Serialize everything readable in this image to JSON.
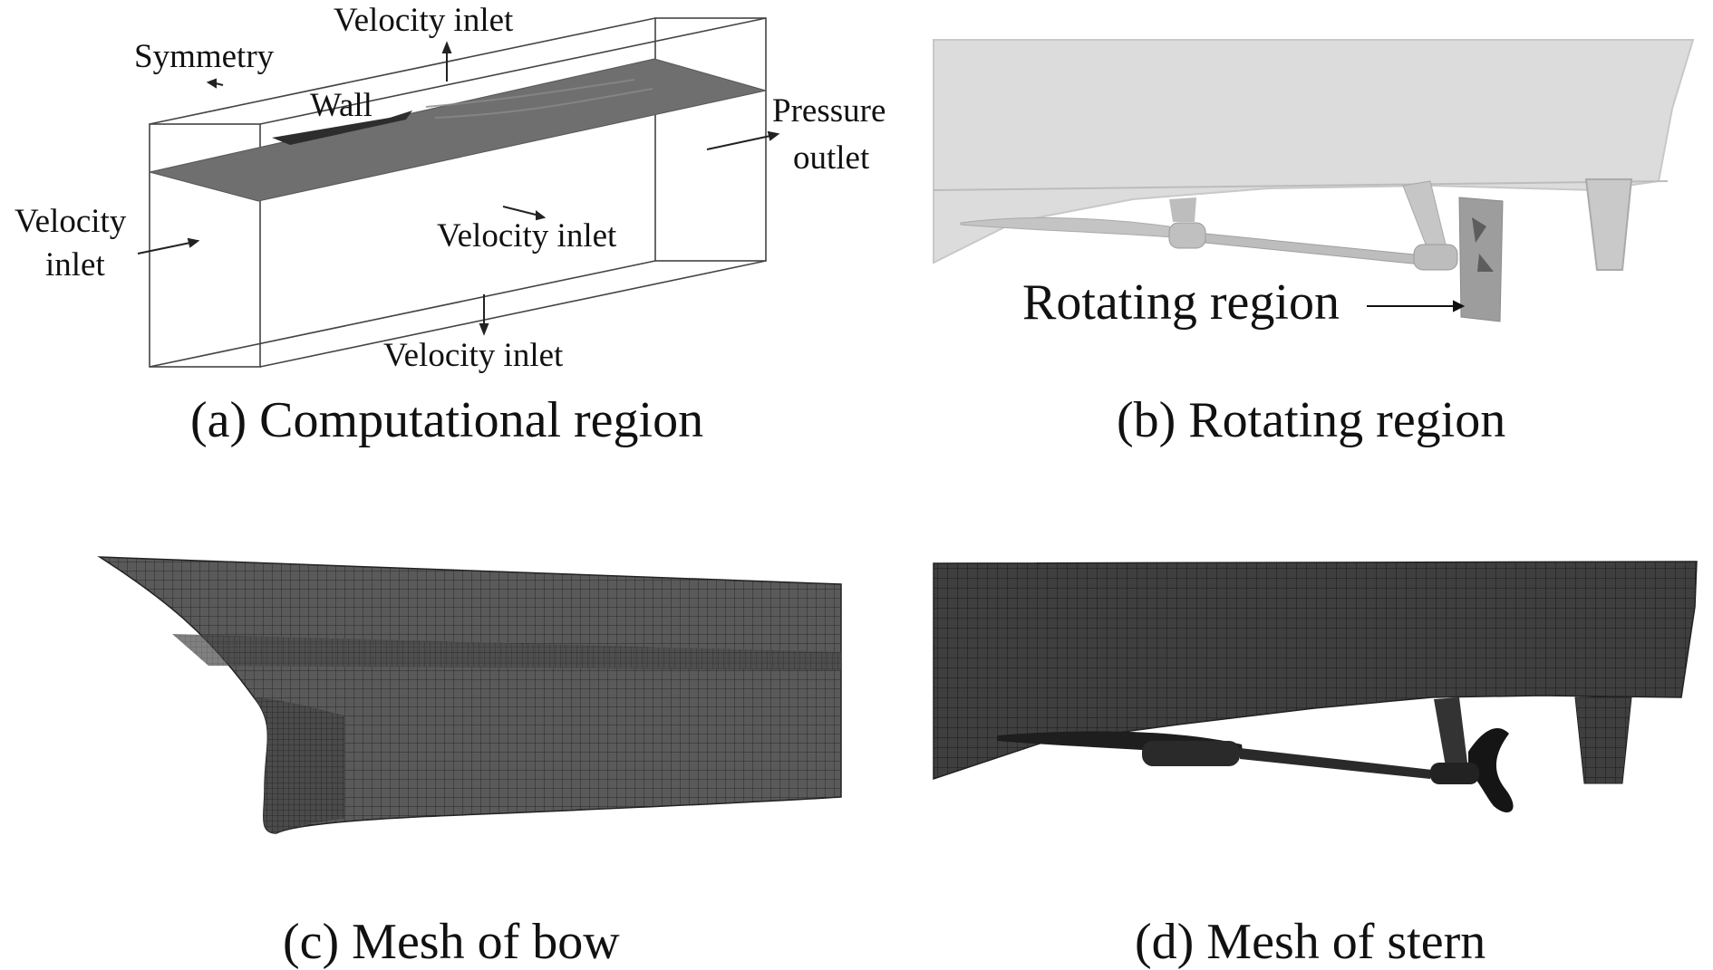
{
  "panel_a": {
    "caption": "(a) Computational region",
    "labels": {
      "symmetry": "Symmetry",
      "velocity_inlet_top": "Velocity inlet",
      "wall": "Wall",
      "pressure_outlet_line1": "Pressure",
      "pressure_outlet_line2": "outlet",
      "velocity_inlet_left_line1": "Velocity",
      "velocity_inlet_left_line2": "inlet",
      "velocity_inlet_side": "Velocity inlet",
      "velocity_inlet_bottom": "Velocity inlet"
    }
  },
  "panel_b": {
    "caption": "(b) Rotating region",
    "label": "Rotating region"
  },
  "panel_c": {
    "caption": "(c) Mesh of bow"
  },
  "panel_d": {
    "caption": "(d) Mesh of stern"
  }
}
